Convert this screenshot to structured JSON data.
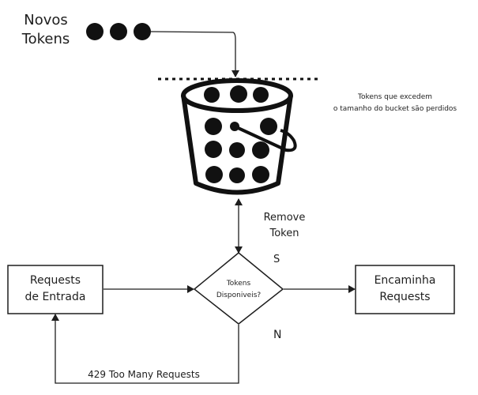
{
  "title_new_tokens": [
    "Novos",
    "Tokens"
  ],
  "overflow_note": [
    "Tokens que excedem",
    "o tamanho do bucket são perdidos"
  ],
  "remove_token": [
    "Remove",
    "Token"
  ],
  "incoming_box": [
    "Requests",
    "de Entrada"
  ],
  "decision": [
    "Tokens",
    "Disponiveis?"
  ],
  "forward_box": [
    "Encaminha",
    "Requests"
  ],
  "yes_label": "S",
  "no_label": "N",
  "reject_label": "429 Too Many Requests",
  "colors": {
    "ink": "#1e1e1e",
    "background": "#ffffff"
  }
}
